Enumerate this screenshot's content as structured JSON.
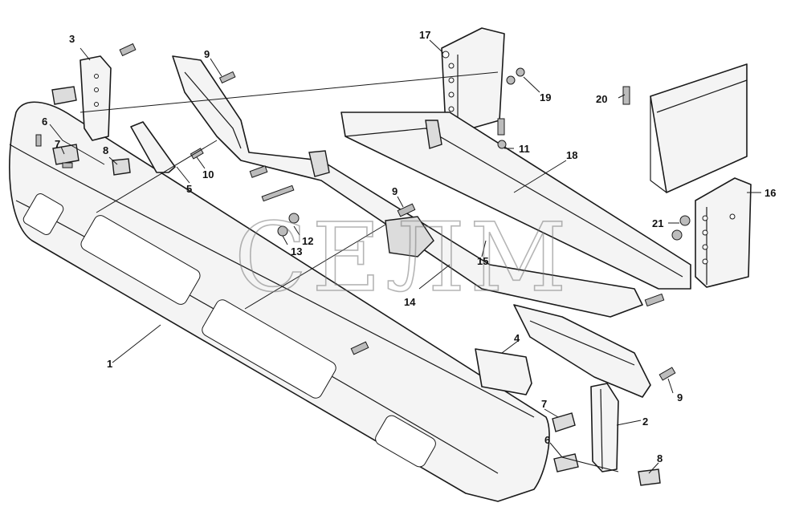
{
  "diagram": {
    "watermark": "СЕЛМ",
    "callouts": [
      {
        "id": "c1",
        "text": "1"
      },
      {
        "id": "c2",
        "text": "2"
      },
      {
        "id": "c3",
        "text": "3"
      },
      {
        "id": "c4",
        "text": "4"
      },
      {
        "id": "c5",
        "text": "5"
      },
      {
        "id": "c6a",
        "text": "6"
      },
      {
        "id": "c6b",
        "text": "6"
      },
      {
        "id": "c7a",
        "text": "7"
      },
      {
        "id": "c7b",
        "text": "7"
      },
      {
        "id": "c8a",
        "text": "8"
      },
      {
        "id": "c8b",
        "text": "8"
      },
      {
        "id": "c9a",
        "text": "9"
      },
      {
        "id": "c9b",
        "text": "9"
      },
      {
        "id": "c9c",
        "text": "9"
      },
      {
        "id": "c10",
        "text": "10"
      },
      {
        "id": "c11",
        "text": "11"
      },
      {
        "id": "c12",
        "text": "12"
      },
      {
        "id": "c13",
        "text": "13"
      },
      {
        "id": "c14",
        "text": "14"
      },
      {
        "id": "c15",
        "text": "15"
      },
      {
        "id": "c16",
        "text": "16"
      },
      {
        "id": "c17",
        "text": "17"
      },
      {
        "id": "c18",
        "text": "18"
      },
      {
        "id": "c19",
        "text": "19"
      },
      {
        "id": "c20",
        "text": "20"
      },
      {
        "id": "c21",
        "text": "21"
      }
    ]
  }
}
